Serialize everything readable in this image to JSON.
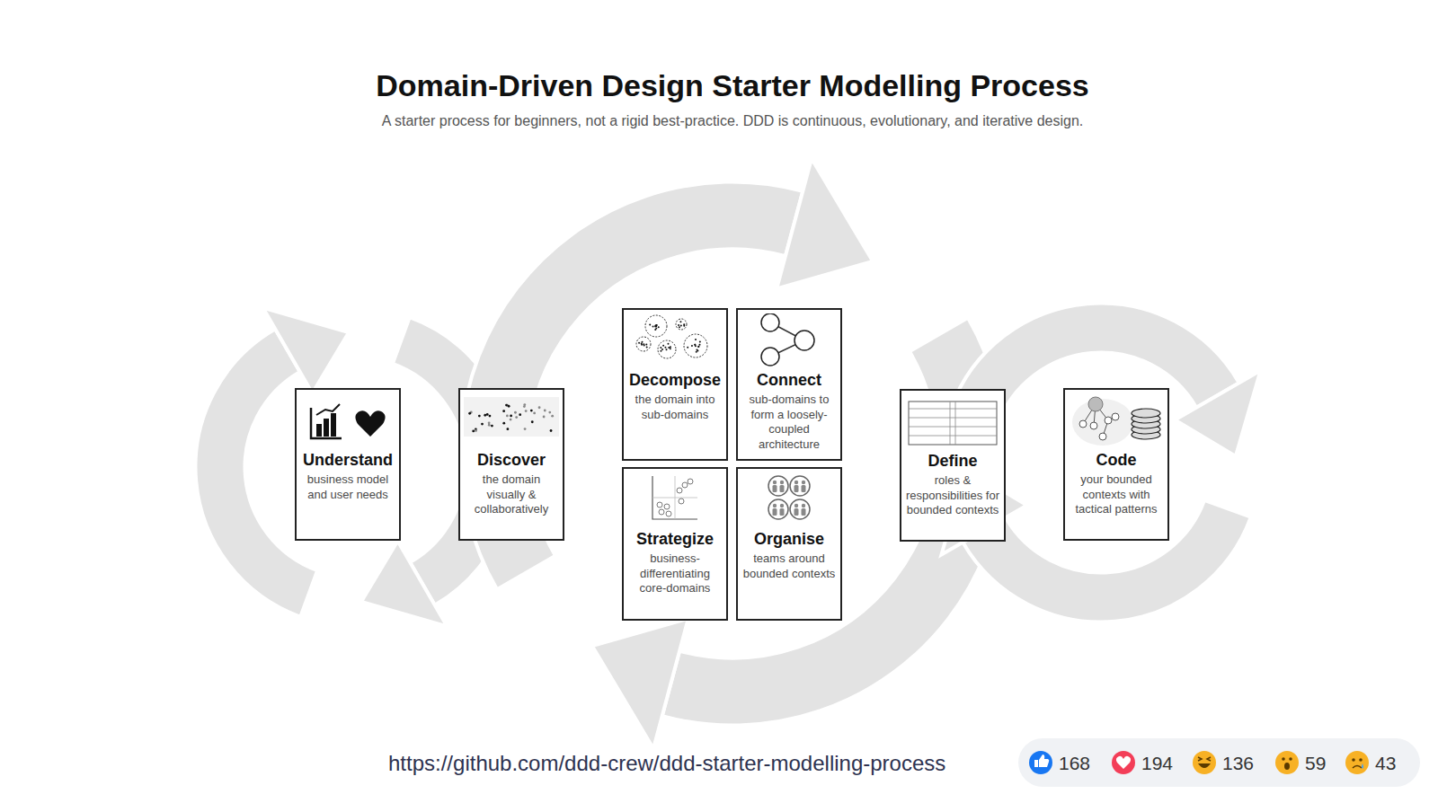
{
  "diagram": {
    "title": "Domain-Driven Design Starter Modelling Process",
    "caption": "A starter process for beginners, not a rigid best-practice. DDD is continuous, evolutionary, and iterative design.",
    "nodes": [
      {
        "text": [
          "Understand",
          "business model and user needs"
        ]
      },
      {
        "text": [
          "Discover",
          "the domain visually & collaboratively"
        ]
      },
      {
        "text": [
          "Decompose",
          "the domain into sub-domains"
        ]
      },
      {
        "text": [
          "Connect",
          "sub-domains to form a loosely-coupled architecture"
        ]
      },
      {
        "text": [
          "Strategize",
          "business-differentiating core-domains"
        ]
      },
      {
        "text": [
          "Organise",
          "teams around bounded contexts"
        ]
      },
      {
        "text": [
          "Define",
          "roles & responsibilities for bounded contexts"
        ]
      },
      {
        "text": [
          "Code",
          "your bounded contexts with tactical patterns"
        ]
      }
    ],
    "labels": [
      "https://github.com/ddd-crew/ddd-starter-modelling-process",
      "168",
      "194",
      "136",
      "59",
      "43"
    ]
  }
}
